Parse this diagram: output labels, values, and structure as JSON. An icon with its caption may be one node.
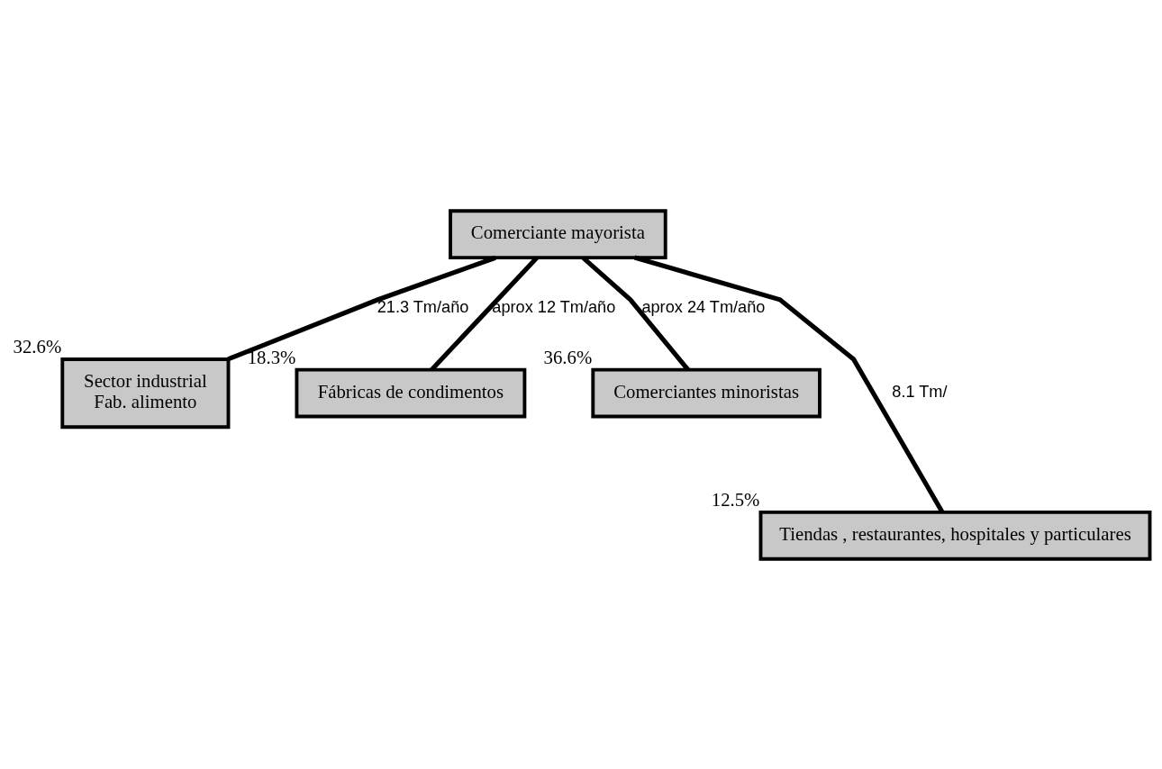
{
  "diagram": {
    "nodes": [
      {
        "text": [
          "Comerciante mayorista"
        ]
      },
      {
        "text": [
          "Sector industrial",
          "Fab. alimento"
        ],
        "beside": [
          "32.6%"
        ]
      },
      {
        "text": [
          "Fábricas de condimentos"
        ],
        "beside": [
          "18.3%"
        ]
      },
      {
        "text": [
          "Comerciantes minoristas"
        ],
        "beside": [
          "36.6%"
        ]
      },
      {
        "text": [
          "Tiendas , restaurantes, hospitales y particulares"
        ],
        "beside": [
          "12.5%"
        ]
      }
    ],
    "edges": [
      {
        "from": 0,
        "to": 1,
        "arrow": "none",
        "label": "21.3 Tm/año"
      },
      {
        "from": 0,
        "to": 2,
        "arrow": "none",
        "label": "aprox 12 Tm/año"
      },
      {
        "from": 0,
        "to": 3,
        "arrow": "none",
        "label": "aprox 24 Tm/año"
      },
      {
        "from": 0,
        "to": 4,
        "arrow": "none",
        "label": "8.1 Tm/"
      }
    ]
  }
}
